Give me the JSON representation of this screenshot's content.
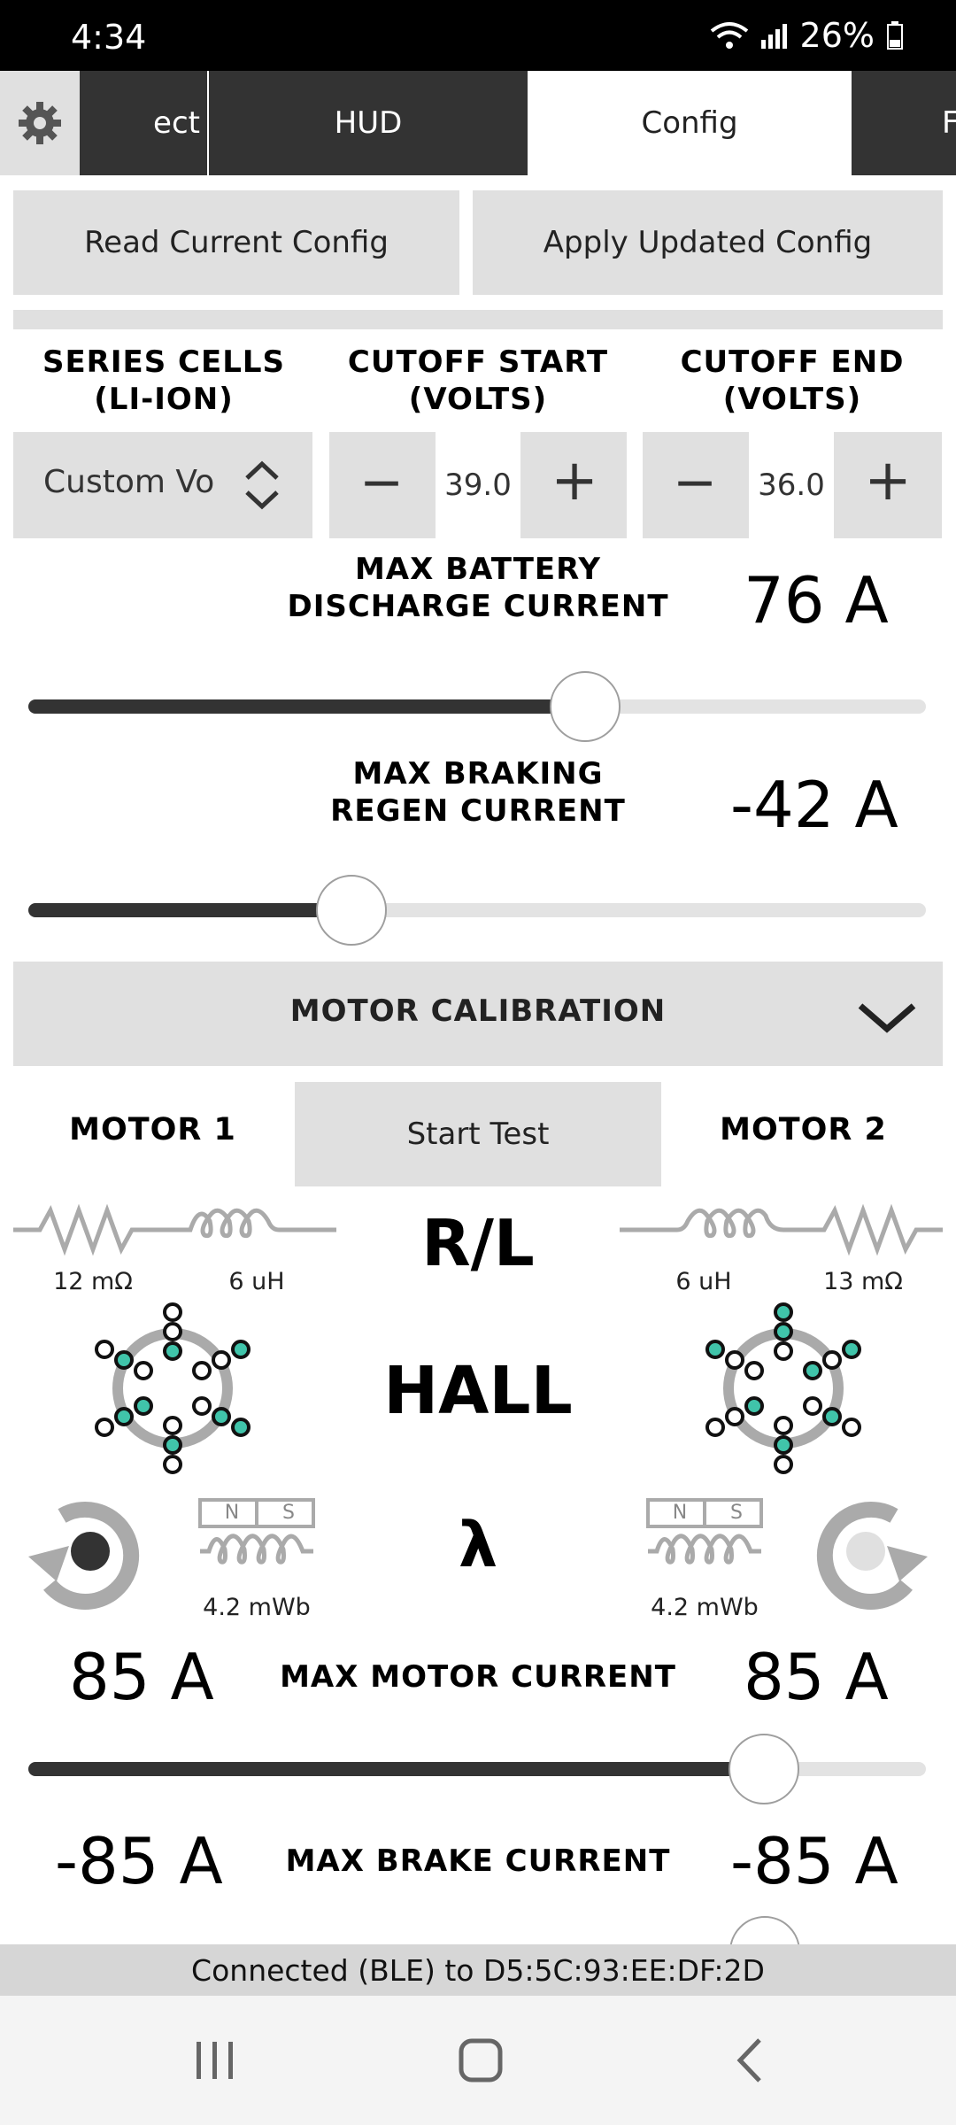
{
  "status": {
    "time": "4:34",
    "battery": "26%"
  },
  "tabs": [
    {
      "label": "ect"
    },
    {
      "label": "HUD"
    },
    {
      "label": "Config"
    },
    {
      "label": "F"
    }
  ],
  "actions": {
    "read": "Read Current Config",
    "apply": "Apply Updated Config"
  },
  "battery_settings": {
    "series_cells": {
      "label_1": "SERIES CELLS",
      "label_2": "(LI-ION)",
      "value": "Custom Vo"
    },
    "cutoff_start": {
      "label_1": "CUTOFF START",
      "label_2": "(VOLTS)",
      "value": "39.0"
    },
    "cutoff_end": {
      "label_1": "CUTOFF END",
      "label_2": "(VOLTS)",
      "value": "36.0"
    },
    "minus": "−",
    "plus": "+"
  },
  "max_battery": {
    "label_1": "MAX BATTERY",
    "label_2": "DISCHARGE CURRENT",
    "value": "76 A",
    "level": 0.62
  },
  "max_regen": {
    "label_1": "MAX BRAKING",
    "label_2": "REGEN CURRENT",
    "value": "-42 A",
    "level": 0.36
  },
  "calibration": {
    "header": "MOTOR CALIBRATION",
    "motor1": "MOTOR 1",
    "motor2": "MOTOR 2",
    "start": "Start Test",
    "rl": "R/L",
    "hall": "HALL",
    "lambda": "λ",
    "m1_resistance": "12 mΩ",
    "m1_inductance": "6 uH",
    "m2_inductance": "6 uH",
    "m2_resistance": "13 mΩ",
    "m1_flux": "4.2 mWb",
    "m2_flux": "4.2 mWb",
    "magnet_n": "N",
    "magnet_s": "S"
  },
  "motor_current": {
    "label": "MAX MOTOR CURRENT",
    "m1": "85 A",
    "m2": "85 A",
    "level": 0.82
  },
  "brake_current": {
    "label": "MAX BRAKE CURRENT",
    "m1": "-85 A",
    "m2": "-85 A"
  },
  "footer": {
    "text": "Connected (BLE) to D5:5C:93:EE:DF:2D"
  },
  "icons": {
    "accent": "#40c4aa",
    "dark": "#333333",
    "light": "#e0e0e0"
  }
}
